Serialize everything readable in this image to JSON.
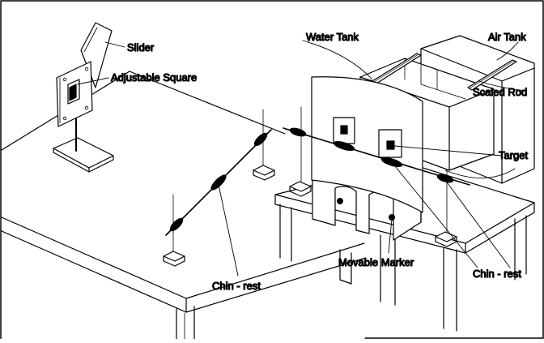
{
  "labels": {
    "slider": "Slider",
    "adjustable_square": "Adjustable Square",
    "water_tank": "Water Tank",
    "air_tank": "Air Tank",
    "scaled_rod": "Scaled Rod",
    "target": "Target",
    "movable_marker": "Movable Marker",
    "chin_rest_left": "Chin - rest",
    "chin_rest_right": "Chin - rest"
  },
  "colors": {
    "line": "#000000",
    "background": "#ffffff"
  }
}
